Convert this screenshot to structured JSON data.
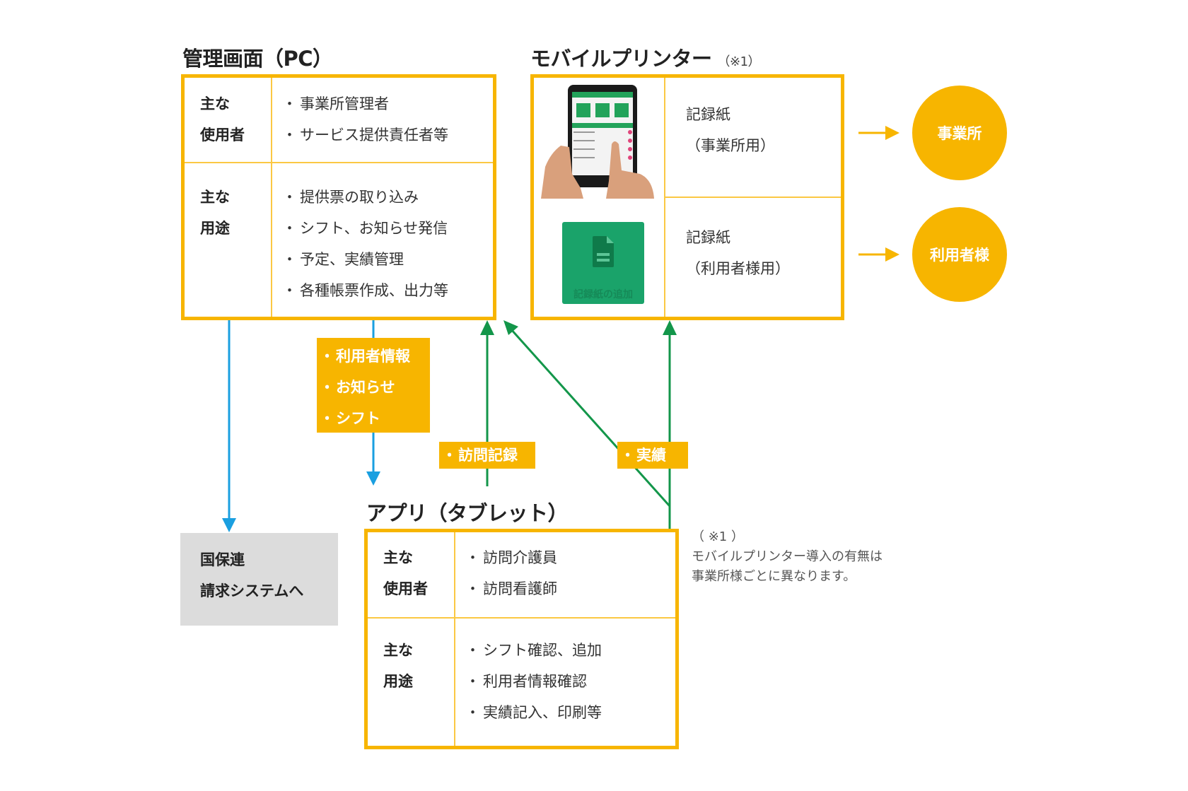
{
  "pc": {
    "title": "管理画面（PC）",
    "users_header": [
      "主な",
      "使用者"
    ],
    "users": [
      "事業所管理者",
      "サービス提供責任者等"
    ],
    "uses_header": [
      "主な",
      "用途"
    ],
    "uses": [
      "提供票の取り込み",
      "シフト、お知らせ発信",
      "予定、実績管理",
      "各種帳票作成、出力等"
    ]
  },
  "mobile_printer": {
    "title": "モバイルプリンター",
    "title_note": "（※1）",
    "rows": [
      {
        "image": "tablet-in-hands-image",
        "line1": "記録紙",
        "line2": "（事業所用）",
        "destination": "事業所"
      },
      {
        "image": "add-record-paper-tile",
        "tile_label": "記録紙の追加",
        "line1": "記録紙",
        "line2": "（利用者様用）",
        "destination": "利用者様"
      }
    ]
  },
  "flows": {
    "pc_to_app": [
      "利用者情報",
      "お知らせ",
      "シフト"
    ],
    "app_to_pc": "訪問記録",
    "app_to_pc_and_printer": "実績"
  },
  "billing": {
    "line1": "国保連",
    "line2": "請求システムへ"
  },
  "app": {
    "title": "アプリ（タブレット）",
    "users_header": [
      "主な",
      "使用者"
    ],
    "users": [
      "訪問介護員",
      "訪問看護師"
    ],
    "uses_header": [
      "主な",
      "用途"
    ],
    "uses": [
      "シフト確認、追加",
      "利用者情報確認",
      "実績記入、印刷等"
    ]
  },
  "footnote": {
    "mark": "（ ※1 ）",
    "line1": "モバイルプリンター導入の有無は",
    "line2": "事業所様ごとに異なります。"
  },
  "colors": {
    "accent_orange": "#f7b500",
    "flow_blue": "#1a9fe0",
    "flow_green": "#13964a",
    "billing_gray": "#dcdcdc"
  }
}
